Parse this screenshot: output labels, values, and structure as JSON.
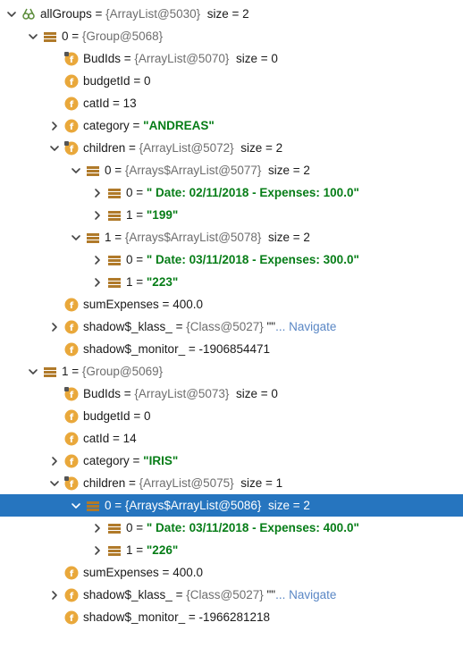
{
  "nodes": [
    {
      "depth": 0,
      "arrow": "down",
      "icon": "watch",
      "name": "allGroups",
      "eq": " = ",
      "ref": "{ArrayList@5030}",
      "extra": "  size = 2"
    },
    {
      "depth": 1,
      "arrow": "down",
      "icon": "list",
      "name": "0",
      "eq": " = ",
      "ref": "{Group@5068}",
      "extra": ""
    },
    {
      "depth": 2,
      "arrow": "none",
      "icon": "field-lock",
      "name": "BudIds",
      "eq": " = ",
      "ref": "{ArrayList@5070}",
      "extra": "  size = 0"
    },
    {
      "depth": 2,
      "arrow": "none",
      "icon": "field",
      "name": "budgetId",
      "eq": " = ",
      "val": "0"
    },
    {
      "depth": 2,
      "arrow": "none",
      "icon": "field",
      "name": "catId",
      "eq": " = ",
      "val": "13"
    },
    {
      "depth": 2,
      "arrow": "right",
      "icon": "field",
      "name": "category",
      "eq": " = ",
      "str": "\"ANDREAS\""
    },
    {
      "depth": 2,
      "arrow": "down",
      "icon": "field-lock",
      "name": "children",
      "eq": " = ",
      "ref": "{ArrayList@5072}",
      "extra": "  size = 2"
    },
    {
      "depth": 3,
      "arrow": "down",
      "icon": "list",
      "name": "0",
      "eq": " = ",
      "ref": "{Arrays$ArrayList@5077}",
      "extra": "  size = 2"
    },
    {
      "depth": 4,
      "arrow": "right",
      "icon": "list",
      "name": "0",
      "eq": " = ",
      "str": "\" Date: 02/11/2018 - Expenses: 100.0\""
    },
    {
      "depth": 4,
      "arrow": "right",
      "icon": "list",
      "name": "1",
      "eq": " = ",
      "str": "\"199\""
    },
    {
      "depth": 3,
      "arrow": "down",
      "icon": "list",
      "name": "1",
      "eq": " = ",
      "ref": "{Arrays$ArrayList@5078}",
      "extra": "  size = 2"
    },
    {
      "depth": 4,
      "arrow": "right",
      "icon": "list",
      "name": "0",
      "eq": " = ",
      "str": "\" Date: 03/11/2018 - Expenses: 300.0\""
    },
    {
      "depth": 4,
      "arrow": "right",
      "icon": "list",
      "name": "1",
      "eq": " = ",
      "str": "\"223\""
    },
    {
      "depth": 2,
      "arrow": "none",
      "icon": "field",
      "name": "sumExpenses",
      "eq": " = ",
      "val": "400.0"
    },
    {
      "depth": 2,
      "arrow": "right",
      "icon": "field",
      "name": "shadow$_klass_",
      "eq": " = ",
      "ref": "{Class@5027}",
      "extra": " \"\"",
      "nav": "... Navigate"
    },
    {
      "depth": 2,
      "arrow": "none",
      "icon": "field",
      "name": "shadow$_monitor_",
      "eq": " = ",
      "val": "-1906854471"
    },
    {
      "depth": 1,
      "arrow": "down",
      "icon": "list",
      "name": "1",
      "eq": " = ",
      "ref": "{Group@5069}",
      "extra": ""
    },
    {
      "depth": 2,
      "arrow": "none",
      "icon": "field-lock",
      "name": "BudIds",
      "eq": " = ",
      "ref": "{ArrayList@5073}",
      "extra": "  size = 0"
    },
    {
      "depth": 2,
      "arrow": "none",
      "icon": "field",
      "name": "budgetId",
      "eq": " = ",
      "val": "0"
    },
    {
      "depth": 2,
      "arrow": "none",
      "icon": "field",
      "name": "catId",
      "eq": " = ",
      "val": "14"
    },
    {
      "depth": 2,
      "arrow": "right",
      "icon": "field",
      "name": "category",
      "eq": " = ",
      "str": "\"IRIS\""
    },
    {
      "depth": 2,
      "arrow": "down",
      "icon": "field-lock",
      "name": "children",
      "eq": " = ",
      "ref": "{ArrayList@5075}",
      "extra": "  size = 1"
    },
    {
      "depth": 3,
      "arrow": "down",
      "icon": "list",
      "name": "0",
      "eq": " = ",
      "ref": "{Arrays$ArrayList@5086}",
      "extra": "  size = 2",
      "selected": true
    },
    {
      "depth": 4,
      "arrow": "right",
      "icon": "list",
      "name": "0",
      "eq": " = ",
      "str": "\" Date: 03/11/2018 - Expenses: 400.0\""
    },
    {
      "depth": 4,
      "arrow": "right",
      "icon": "list",
      "name": "1",
      "eq": " = ",
      "str": "\"226\""
    },
    {
      "depth": 2,
      "arrow": "none",
      "icon": "field",
      "name": "sumExpenses",
      "eq": " = ",
      "val": "400.0"
    },
    {
      "depth": 2,
      "arrow": "right",
      "icon": "field",
      "name": "shadow$_klass_",
      "eq": " = ",
      "ref": "{Class@5027}",
      "extra": " \"\"",
      "nav": "... Navigate"
    },
    {
      "depth": 2,
      "arrow": "none",
      "icon": "field",
      "name": "shadow$_monitor_",
      "eq": " = ",
      "val": "-1966281218"
    }
  ],
  "colors": {
    "selection": "#2675bf",
    "string": "#067d17",
    "reference": "#6e6e6e",
    "field_icon": "#e9a83b",
    "list_icon": "#b07a2a",
    "navigate": "#5a87c5"
  }
}
